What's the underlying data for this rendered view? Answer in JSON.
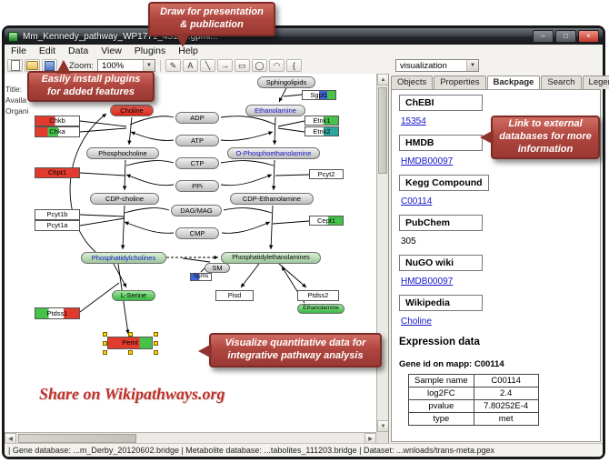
{
  "window": {
    "title": "Mm_Kennedy_pathway_WP1771_45176.gpml...",
    "controls": {
      "minimize": "–",
      "maximize": "□",
      "close": "×"
    },
    "menu": [
      "File",
      "Edit",
      "Data",
      "View",
      "Plugins",
      "Help"
    ],
    "toolbar": {
      "zoom_label": "Zoom:",
      "zoom_value": "100%",
      "dropdown_glyph": "▼",
      "tools": [
        {
          "name": "pencil-tool",
          "glyph": "✎"
        },
        {
          "name": "label-tool",
          "glyph": "A"
        },
        {
          "name": "line-tool",
          "glyph": "╲"
        },
        {
          "name": "arrow-tool",
          "glyph": "→"
        },
        {
          "name": "rectangle-tool",
          "glyph": "▭"
        },
        {
          "name": "ellipse-tool",
          "glyph": "◯"
        },
        {
          "name": "arc-tool",
          "glyph": "◠"
        },
        {
          "name": "brace-tool",
          "glyph": "{"
        }
      ],
      "visualization_value": "visualization"
    },
    "status": "| Gene database: ...m_Derby_20120602.bridge | Metabolite database: ...tabolites_111203.bridge | Dataset: ...wnloads/trans-meta.pgex"
  },
  "scroll": {
    "up": "▲",
    "down": "▼",
    "left": "◀",
    "right": "▶"
  },
  "left_panel": {
    "labels": [
      "Title:",
      "Availa",
      "Organi"
    ]
  },
  "callouts": {
    "draw": "Draw for presentation & publication",
    "plugins": "Easily install plugins for added features",
    "link": "Link  to external databases  for more information",
    "visualize": "Visualize quantitative  data  for integrative pathway analysis",
    "share": "Share on Wikipathways.org"
  },
  "sidebar": {
    "tabs": [
      "Objects",
      "Properties",
      "Backpage",
      "Search",
      "Legend"
    ],
    "active_tab": "Backpage",
    "sections": [
      {
        "header": "ChEBI",
        "value": "15354"
      },
      {
        "header": "HMDB",
        "value": "HMDB00097"
      },
      {
        "header": "Kegg Compound",
        "value": "C00114"
      },
      {
        "header": "PubChem",
        "value": "305"
      },
      {
        "header": "NuGO wiki",
        "value": "HMDB00097"
      },
      {
        "header": "Wikipedia",
        "value": "Choline"
      }
    ],
    "expression_title": "Expression data",
    "gene_id_line": "Gene id on mapp: C00114",
    "table_rows": [
      [
        "Sample name",
        "C00114"
      ],
      [
        "log2FC",
        "2.4"
      ],
      [
        "pvalue",
        "7.80252E-4"
      ],
      [
        "type",
        "met"
      ]
    ]
  },
  "pathway": {
    "nodes": [
      {
        "label": "Sphingolipids"
      },
      {
        "label": "Sgpl1"
      },
      {
        "label": "Choline"
      },
      {
        "label": "Ethanolamine"
      },
      {
        "label": "ADP"
      },
      {
        "label": "ATP"
      },
      {
        "label": "Etnk1"
      },
      {
        "label": "Etnk2"
      },
      {
        "label": "Chkb"
      },
      {
        "label": "Chka"
      },
      {
        "label": "Phosphocholine"
      },
      {
        "label": "O-Phosphoethanolamine"
      },
      {
        "label": "CTP"
      },
      {
        "label": "PPi"
      },
      {
        "label": "Pcyt2"
      },
      {
        "label": "Chpt1"
      },
      {
        "label": "CDP-choline"
      },
      {
        "label": "CDP-Ethanolamine"
      },
      {
        "label": "DAG/MAG"
      },
      {
        "label": "CMP"
      },
      {
        "label": "Pcyt1b"
      },
      {
        "label": "Pcyt1a"
      },
      {
        "label": "Cept1"
      },
      {
        "label": "Phosphatidylcholines"
      },
      {
        "label": "Phosphatidylethanolamines"
      },
      {
        "label": "SM"
      },
      {
        "label": "Sgms"
      },
      {
        "label": "L-Serine"
      },
      {
        "label": "Pisd"
      },
      {
        "label": "Ptdss2"
      },
      {
        "label": "Ethanolamine"
      },
      {
        "label": "Ptdss1"
      },
      {
        "label": "Pemt"
      }
    ]
  }
}
